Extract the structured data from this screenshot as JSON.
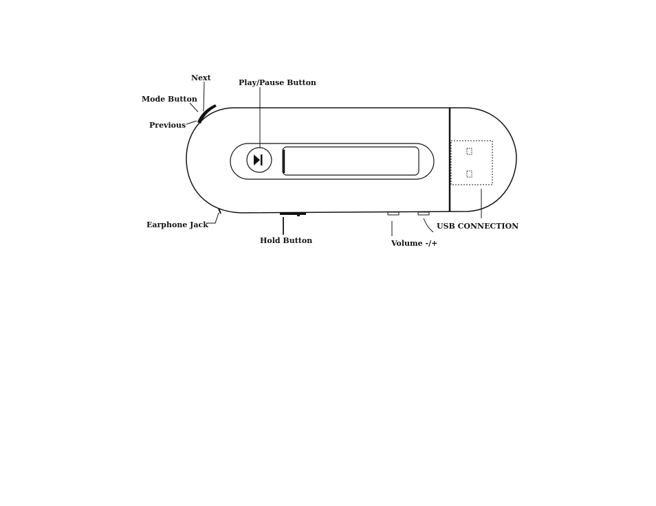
{
  "labels": {
    "next": "Next",
    "play_pause": "Play/Pause Button",
    "mode": "Mode Button",
    "previous": "Previous",
    "earphone": "Earphone Jack",
    "hold": "Hold Button",
    "volume": "Volume -/+",
    "usb": "USB CONNECTION"
  },
  "colors": {
    "line": "#111111",
    "background": "#ffffff"
  },
  "icons": {
    "play_pause": "play-pause-icon"
  }
}
